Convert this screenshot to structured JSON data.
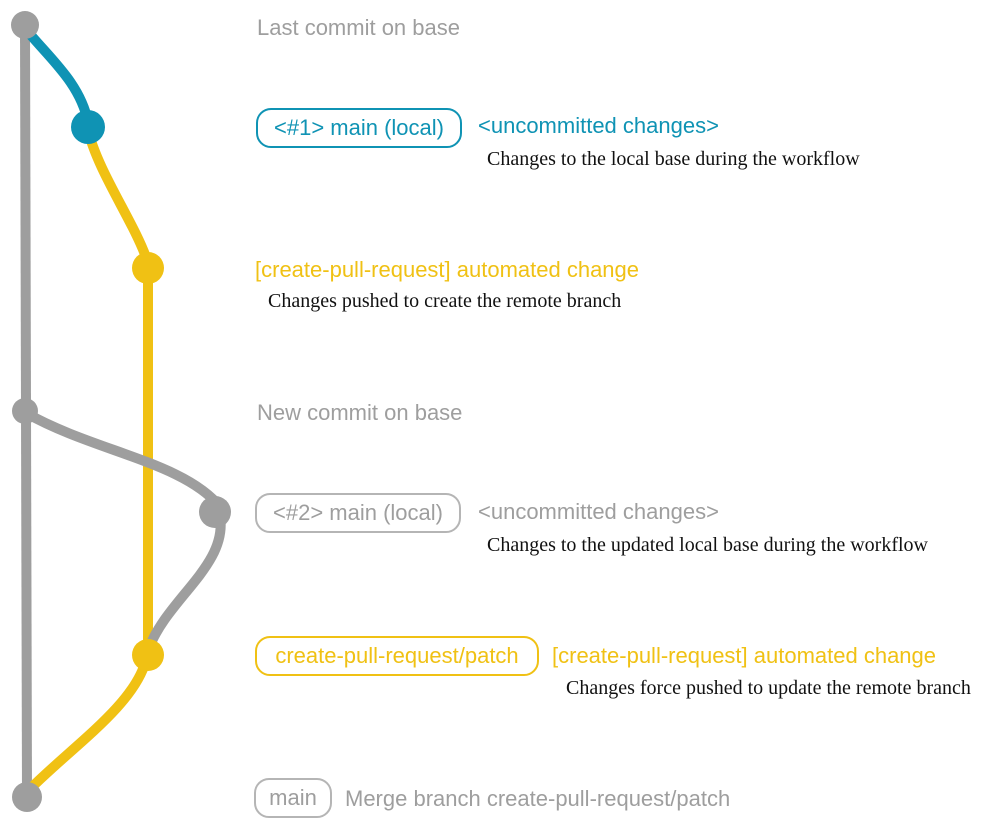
{
  "diagram_title": "create-pull-request workflow branch diagram",
  "colors": {
    "teal": "#0f93b4",
    "yellow": "#f0c114",
    "gray": "#9e9e9e",
    "gray_box_border": "#b5b5b5",
    "caption_black": "#111111",
    "background": "#ffffff"
  },
  "graph": {
    "branches": [
      {
        "name": "base",
        "color_key": "gray"
      },
      {
        "name": "main (local)",
        "color_key": "teal"
      },
      {
        "name": "create-pull-request/patch",
        "color_key": "yellow"
      }
    ],
    "commits": [
      {
        "id": "last-commit-on-base",
        "color_key": "gray"
      },
      {
        "id": "local-main-1-uncommitted",
        "color_key": "teal"
      },
      {
        "id": "automated-change-1",
        "color_key": "yellow"
      },
      {
        "id": "new-commit-on-base",
        "color_key": "gray"
      },
      {
        "id": "local-main-2-uncommitted",
        "color_key": "gray"
      },
      {
        "id": "automated-change-2-force-push",
        "color_key": "yellow"
      },
      {
        "id": "merge-commit",
        "color_key": "gray"
      }
    ]
  },
  "annotations": {
    "last_commit_heading": "Last commit on base",
    "row1_branch_box": "<#1> main (local)",
    "row1_status": "<uncommitted changes>",
    "row1_caption": "Changes to the local base during the workflow",
    "row2_message": "[create-pull-request] automated change",
    "row2_caption": "Changes pushed to create the remote branch",
    "new_commit_heading": "New commit on base",
    "row3_branch_box": "<#2> main (local)",
    "row3_status": "<uncommitted changes>",
    "row3_caption": "Changes to the updated local base during the workflow",
    "row4_branch_box": "create-pull-request/patch",
    "row4_message": "[create-pull-request] automated change",
    "row4_caption": "Changes force pushed to update the remote branch",
    "row5_branch_box": "main",
    "row5_message": "Merge branch create-pull-request/patch"
  }
}
